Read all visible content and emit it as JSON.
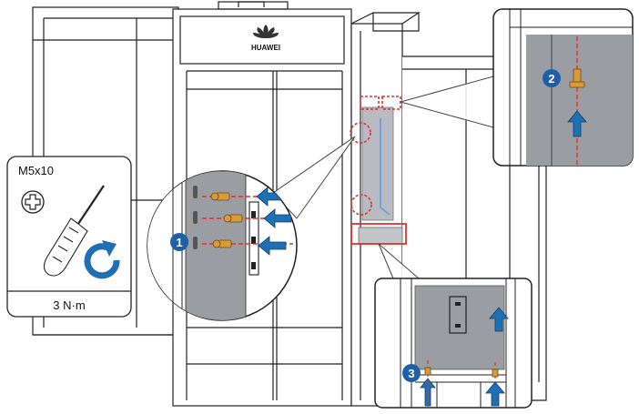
{
  "brand": {
    "name": "HUAWEI"
  },
  "tool_card": {
    "screw_spec": "M5x10",
    "torque": "3 N·m",
    "tool": "phillips-screwdriver"
  },
  "steps": [
    {
      "number": "1"
    },
    {
      "number": "2"
    },
    {
      "number": "3"
    }
  ],
  "colors": {
    "callout_marker": "#e0312f",
    "arrow": "#1f6fb5",
    "step_badge": "#1f5fa8",
    "panel": "#a9abae",
    "rotation_arrow": "#1f6fb5"
  }
}
